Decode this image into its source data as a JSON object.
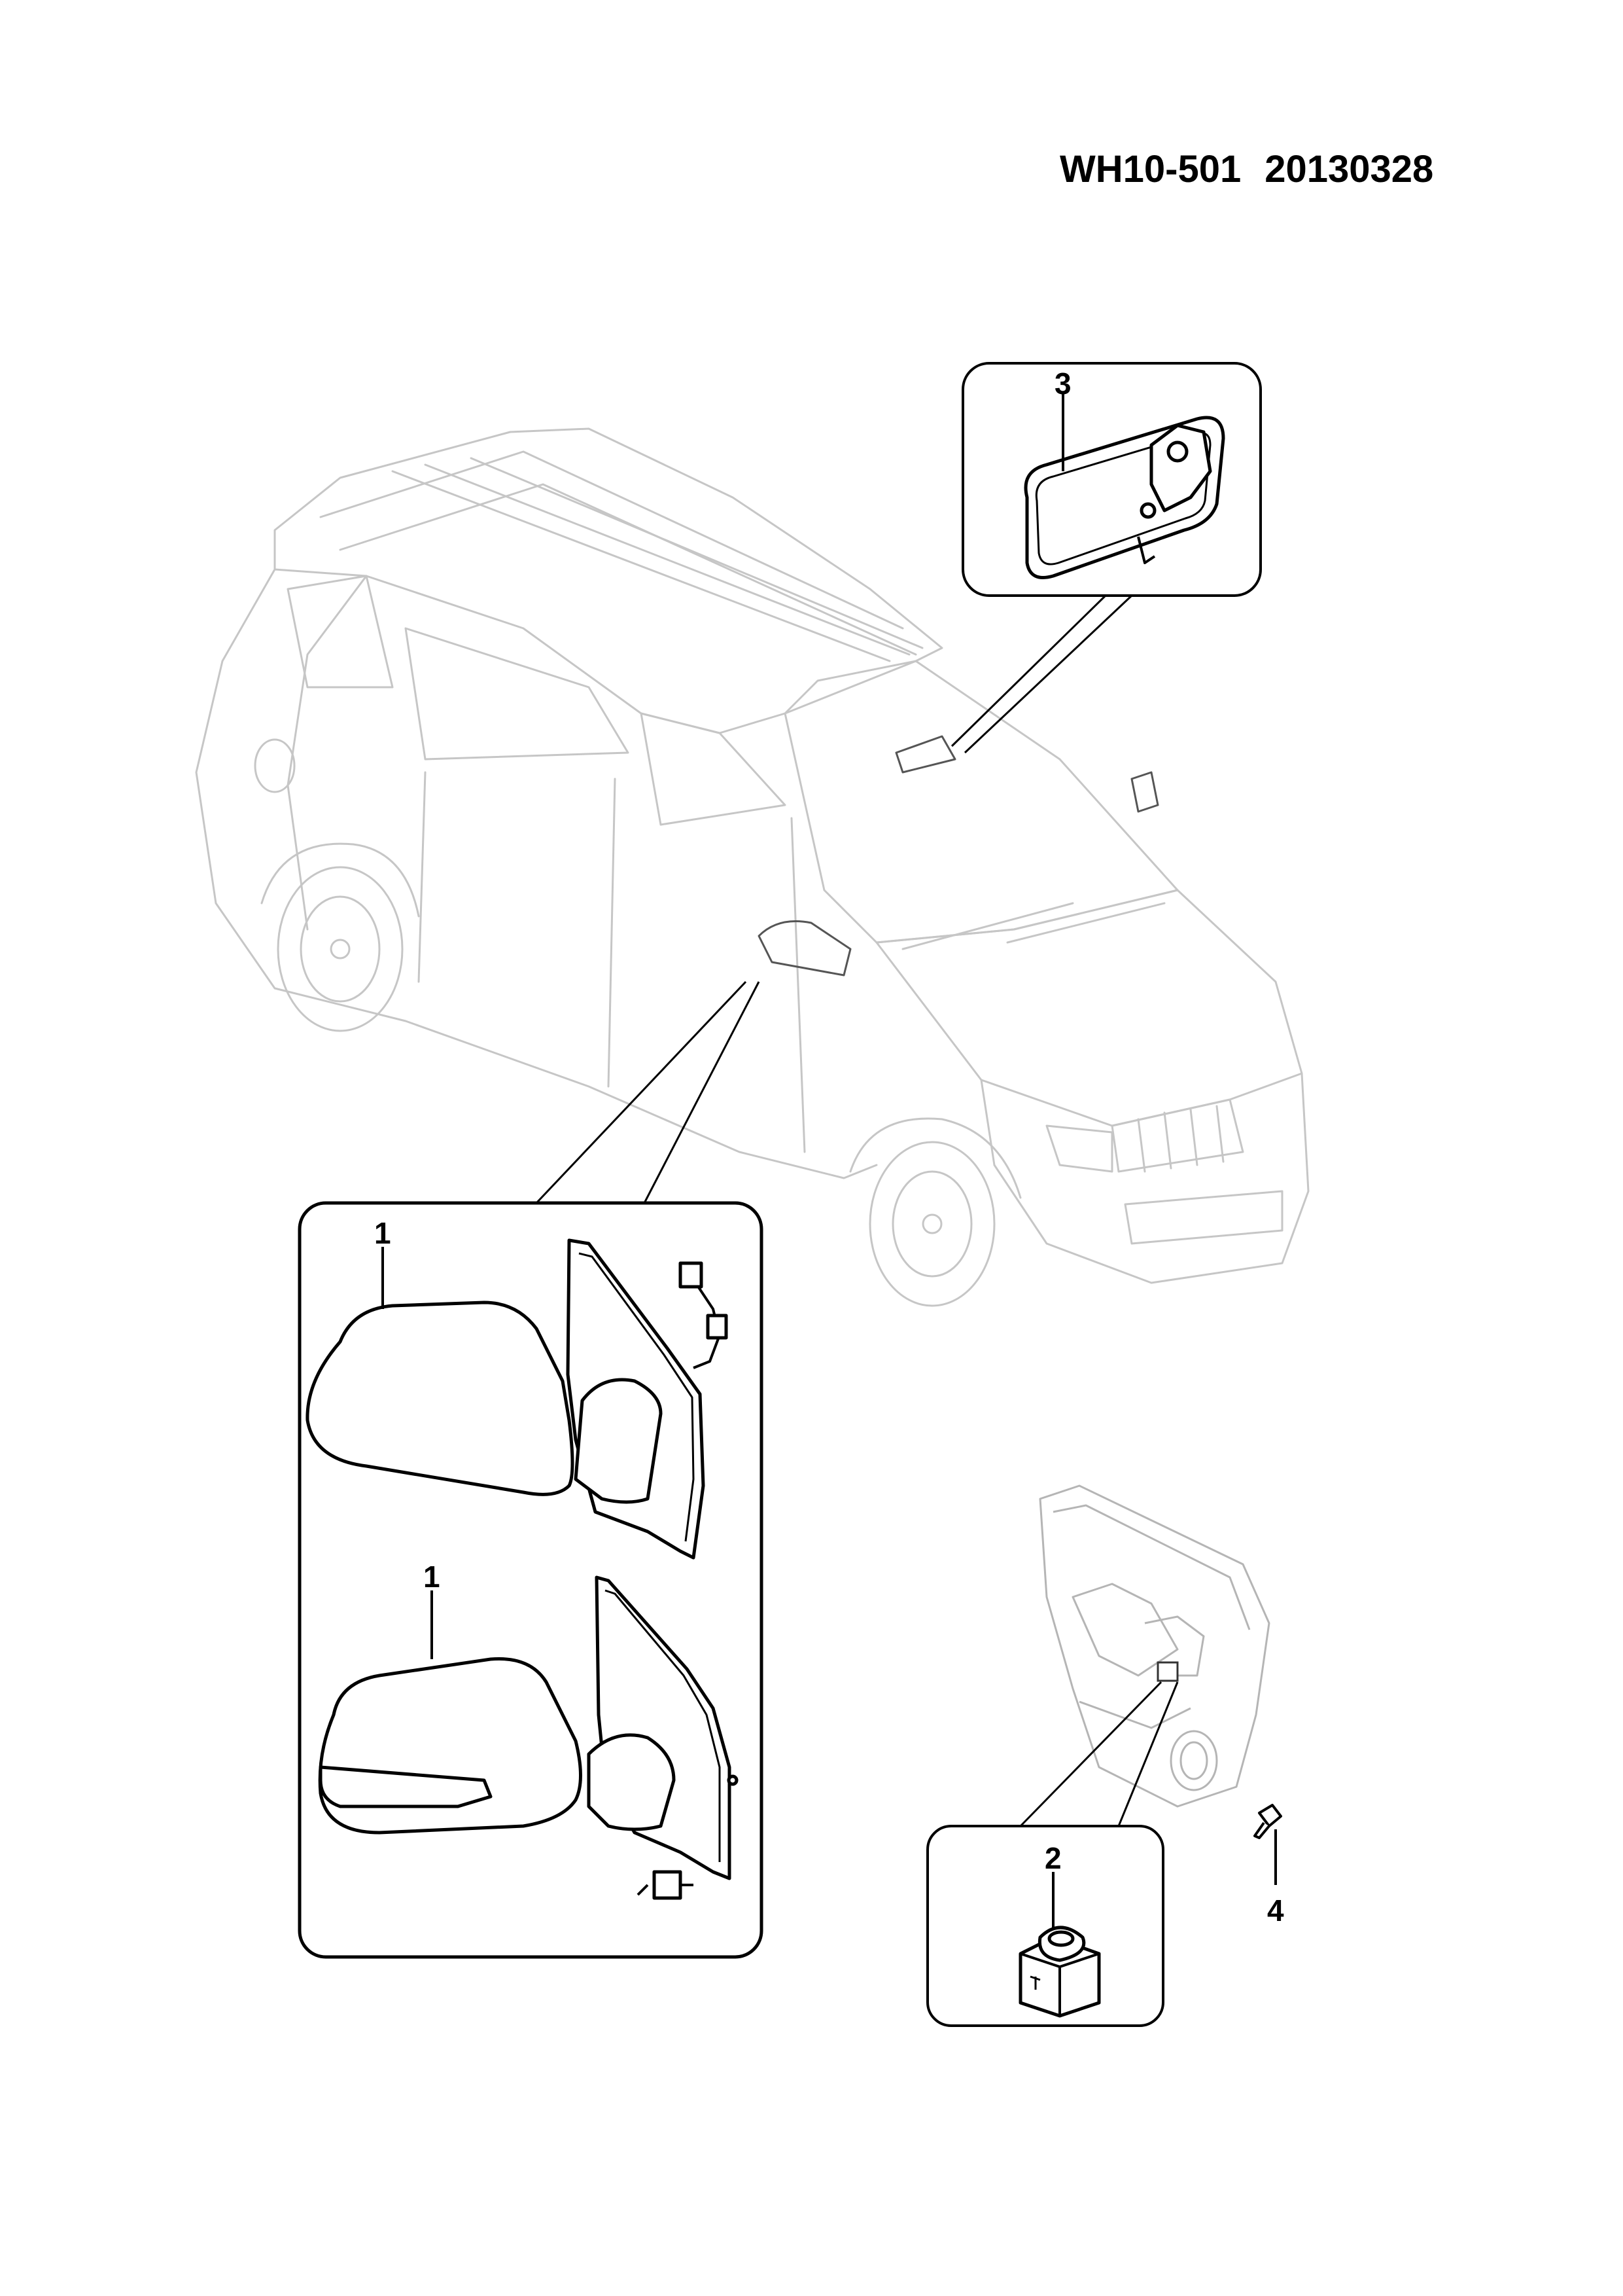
{
  "header": {
    "drawing_code": "WH10-501",
    "date_code": "20130328"
  },
  "callouts": [
    {
      "id": "callout-rearview-mirror",
      "number": "3"
    },
    {
      "id": "callout-mirror-left",
      "number": "1"
    },
    {
      "id": "callout-mirror-right",
      "number": "1"
    },
    {
      "id": "callout-mirror-switch",
      "number": "2"
    },
    {
      "id": "callout-screw",
      "number": "4"
    }
  ]
}
